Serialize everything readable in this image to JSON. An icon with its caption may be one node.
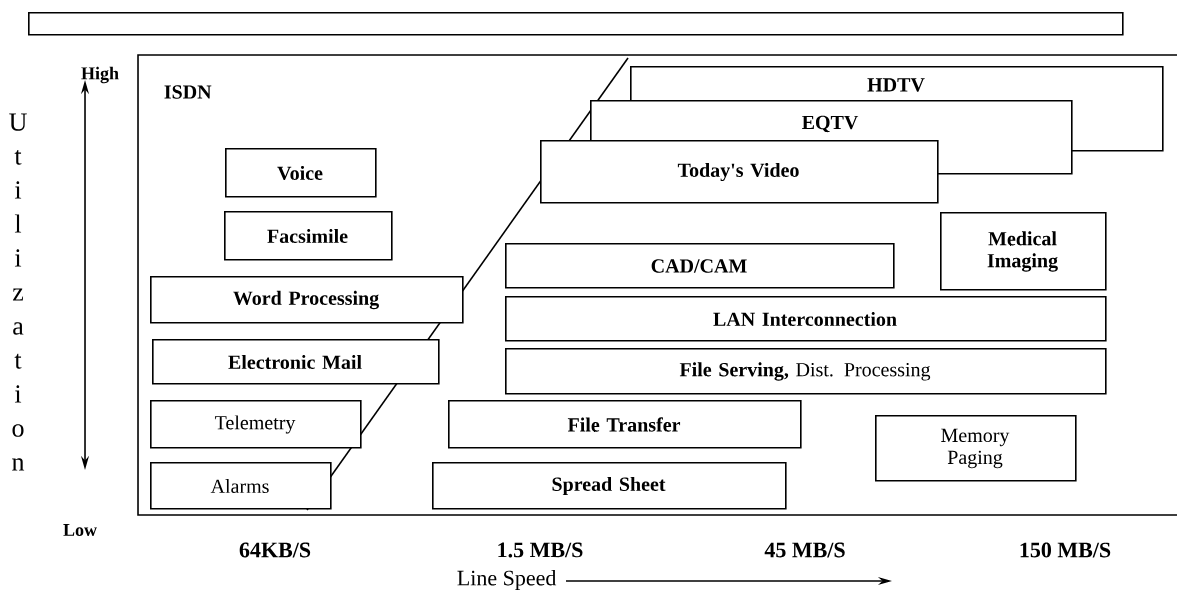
{
  "diagram": {
    "nodes": [
      {
        "text": [],
        "shape": "box"
      },
      {
        "text": [
          "ISDN"
        ]
      },
      {
        "text": [
          "HDTV"
        ],
        "in": 1
      },
      {
        "text": [
          "EQTV"
        ],
        "in": 1
      },
      {
        "text": [
          "Today's Video"
        ],
        "in": 1
      },
      {
        "text": [
          "Voice"
        ],
        "in": 1
      },
      {
        "text": [
          "Facsimile"
        ],
        "in": 1
      },
      {
        "text": [
          "Medical Imaging"
        ],
        "in": 1
      },
      {
        "text": [
          "CAD/CAM"
        ],
        "in": 1
      },
      {
        "text": [
          "Word Processing"
        ],
        "in": 1
      },
      {
        "text": [
          "LAN Interconnection"
        ],
        "in": 1
      },
      {
        "text": [
          "Electronic Mail"
        ],
        "in": 1
      },
      {
        "text": [
          "**File Serving,** Dist. Processing"
        ],
        "in": 1
      },
      {
        "text": [
          "Telemetry"
        ],
        "in": 1
      },
      {
        "text": [
          "File Transfer"
        ],
        "in": 1
      },
      {
        "text": [
          "Memory Paging"
        ],
        "in": 1
      },
      {
        "text": [
          "Alarms"
        ],
        "in": 1
      },
      {
        "text": [
          "Spread Sheet"
        ],
        "in": 1
      }
    ],
    "labels": [
      "High",
      "Utilization",
      "Low",
      "64KB/S",
      "1.5 MB/S",
      "45 MB/S",
      "150 MB/S",
      "Line Speed"
    ]
  }
}
